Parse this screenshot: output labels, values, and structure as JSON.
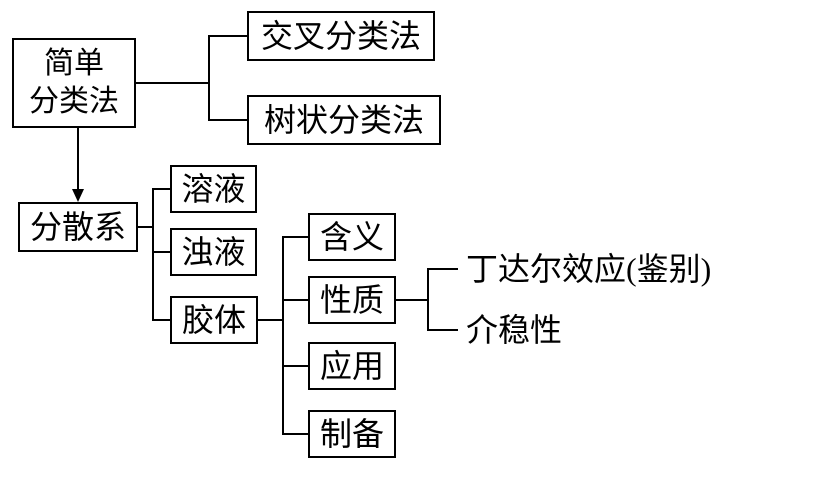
{
  "diagram": {
    "title": "classification-and-dispersion-system-concept-map",
    "colors": {
      "line": "#000000",
      "background": "#ffffff",
      "box_fill": "#ffffff"
    },
    "nodes": {
      "simple_classification": {
        "line1": "简单",
        "line2": "分类法"
      },
      "cross_classification": {
        "label": "交叉分类法"
      },
      "tree_classification": {
        "label": "树状分类法"
      },
      "dispersion_system": {
        "label": "分散系"
      },
      "solution": {
        "label": "溶液"
      },
      "turbid_liquid": {
        "label": "浊液"
      },
      "colloid": {
        "label": "胶体"
      },
      "meaning": {
        "label": "含义"
      },
      "properties": {
        "label": "性质"
      },
      "application": {
        "label": "应用"
      },
      "preparation": {
        "label": "制备"
      },
      "tyndall_effect": {
        "label": "丁达尔效应(鉴别)"
      },
      "metastability": {
        "label": "介稳性"
      }
    }
  }
}
